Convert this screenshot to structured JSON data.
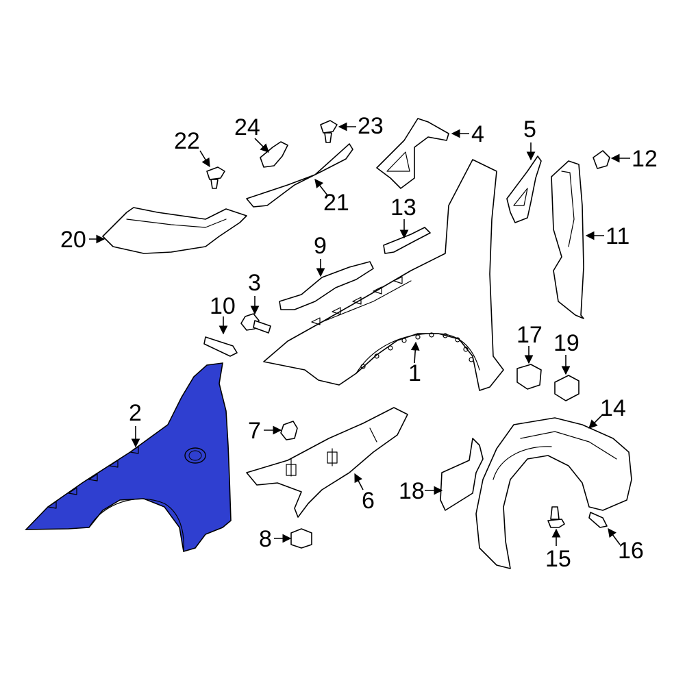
{
  "diagram": {
    "highlight_color": "#2f3fd0",
    "outline_color": "#000000",
    "background_color": "#ffffff",
    "highlighted_part": "2",
    "callouts": [
      "1",
      "2",
      "3",
      "4",
      "5",
      "6",
      "7",
      "8",
      "9",
      "10",
      "11",
      "12",
      "13",
      "14",
      "15",
      "16",
      "17",
      "18",
      "19",
      "20",
      "21",
      "22",
      "23",
      "24"
    ]
  }
}
